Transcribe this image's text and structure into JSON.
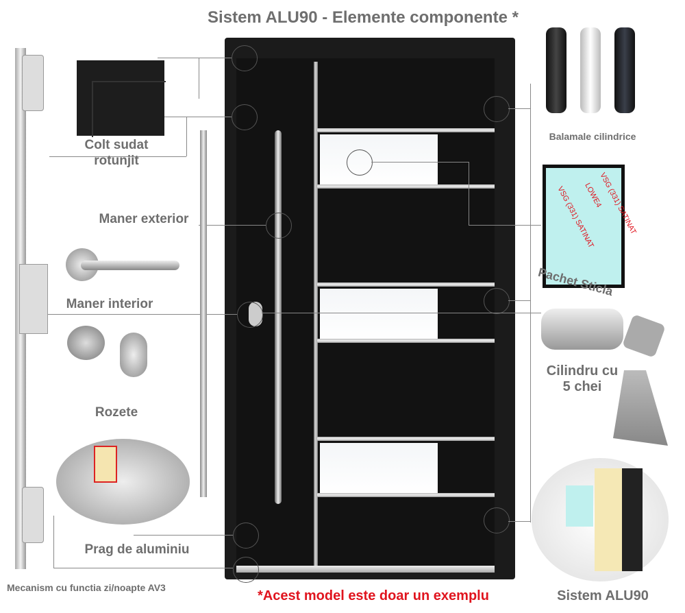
{
  "title": "Sistem ALU90 - Elemente componente *",
  "labels": {
    "colt": "Colt sudat rotunjit",
    "maner_exterior": "Maner exterior",
    "maner_interior": "Maner interior",
    "rozete": "Rozete",
    "prag": "Prag de aluminiu",
    "mecanism": "Mecanism cu functia zi/noapte AV3",
    "balamale": "Balamale cilindrice",
    "pachet": "Pachet Sticla",
    "cilindru": "Cilindru cu 5 chei",
    "sistem": "Sistem ALU90"
  },
  "glass_layers": [
    "VSG (331) SATINAT",
    "LOWE4",
    "VSG (331) SATINAT"
  ],
  "disclaimer": "*Acest model este doar un exemplu",
  "colors": {
    "label": "#6e6e6e",
    "disclaimer": "#e0141e",
    "door": "#1b1b1b"
  }
}
